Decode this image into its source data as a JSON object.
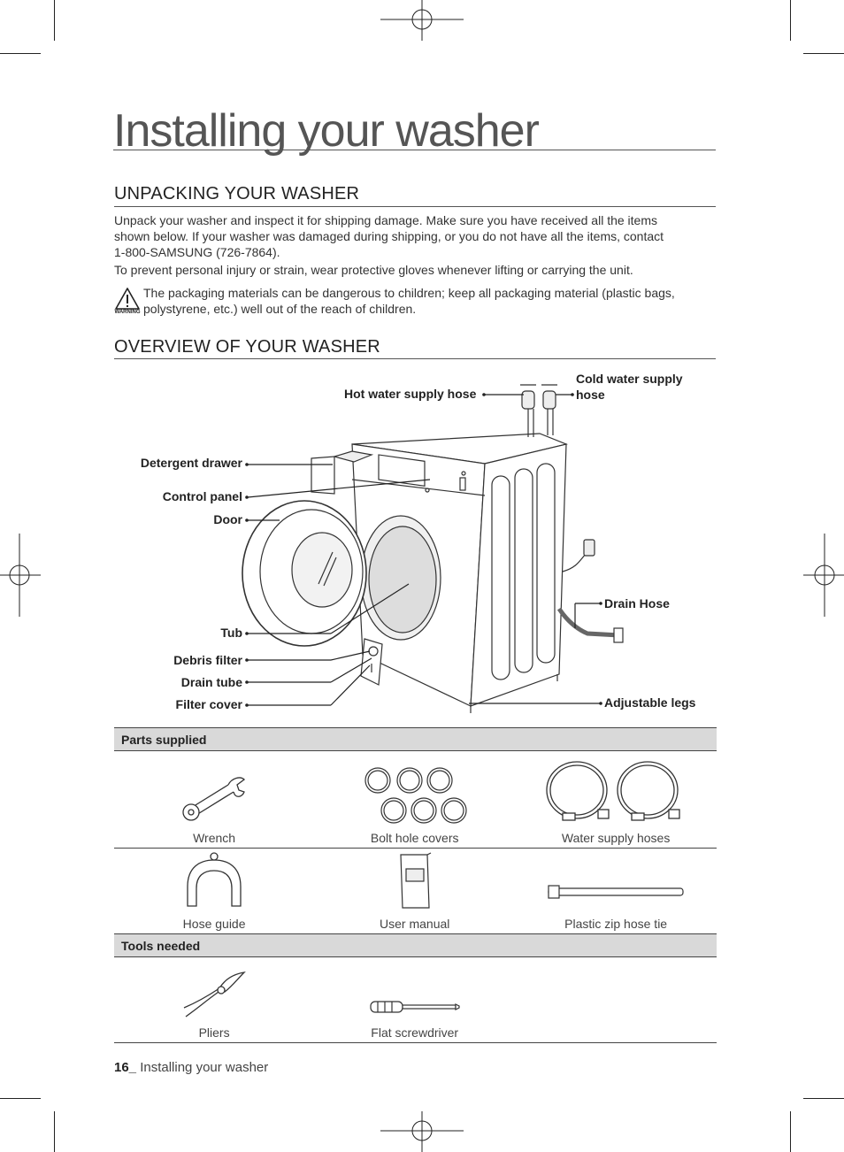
{
  "page_title": "Installing your washer",
  "sections": {
    "unpacking": {
      "heading": "UNPACKING YOUR WASHER",
      "para1_line1": "Unpack your washer and inspect it for shipping damage. Make sure you have received all the items",
      "para1_line2": "shown below. If your washer was damaged during shipping, or you do not have all the items, contact",
      "para1_line3": "1-800-SAMSUNG (726-7864).",
      "para2": "To prevent personal injury or strain, wear protective gloves whenever lifting or carrying the unit.",
      "warning_label": "WARNING",
      "warning_line1": "The packaging materials can be dangerous to children; keep all packaging material (plastic bags,",
      "warning_line2": "polystyrene, etc.) well out of the reach of children."
    },
    "overview": {
      "heading": "OVERVIEW OF YOUR WASHER",
      "labels": {
        "hot_water": "Hot water supply hose",
        "cold_water_1": "Cold water supply",
        "cold_water_2": "hose",
        "detergent_drawer": "Detergent drawer",
        "control_panel": "Control panel",
        "door": "Door",
        "tub": "Tub",
        "debris_filter": "Debris filter",
        "drain_tube": "Drain tube",
        "filter_cover": "Filter cover",
        "drain_hose": "Drain Hose",
        "adjustable_legs": "Adjustable legs"
      }
    },
    "parts_supplied": {
      "heading": "Parts supplied",
      "items": [
        "Wrench",
        "Bolt hole covers",
        "Water supply hoses",
        "Hose guide",
        "User manual",
        "Plastic zip hose tie"
      ]
    },
    "tools_needed": {
      "heading": "Tools needed",
      "items": [
        "Pliers",
        "Flat screwdriver"
      ]
    }
  },
  "footer": {
    "page_number": "16_",
    "text": " Installing your washer"
  }
}
